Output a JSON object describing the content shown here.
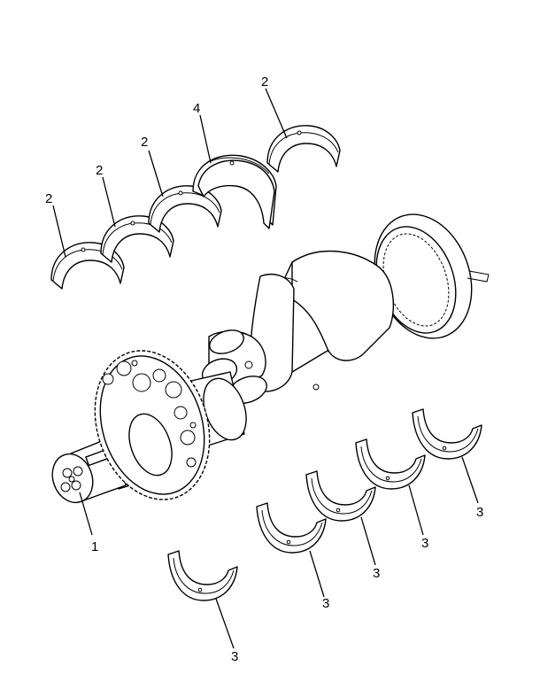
{
  "callouts": {
    "c1": "1",
    "c2a": "2",
    "c2b": "2",
    "c2c": "2",
    "c2d": "2",
    "c3a": "3",
    "c3b": "3",
    "c3c": "3",
    "c3d": "3",
    "c3e": "3",
    "c4": "4"
  }
}
